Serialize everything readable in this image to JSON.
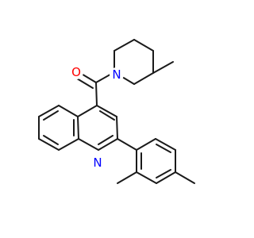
{
  "molecule": {
    "atoms": {
      "oxygen": {
        "label": "O",
        "color": "#ff0000"
      },
      "piperidine_nitrogen": {
        "label": "N",
        "color": "#0000ff"
      },
      "quinoline_nitrogen": {
        "label": "N",
        "color": "#0000ff"
      }
    },
    "colors": {
      "bond": "#1a1a1a",
      "background": "#ffffff"
    }
  }
}
